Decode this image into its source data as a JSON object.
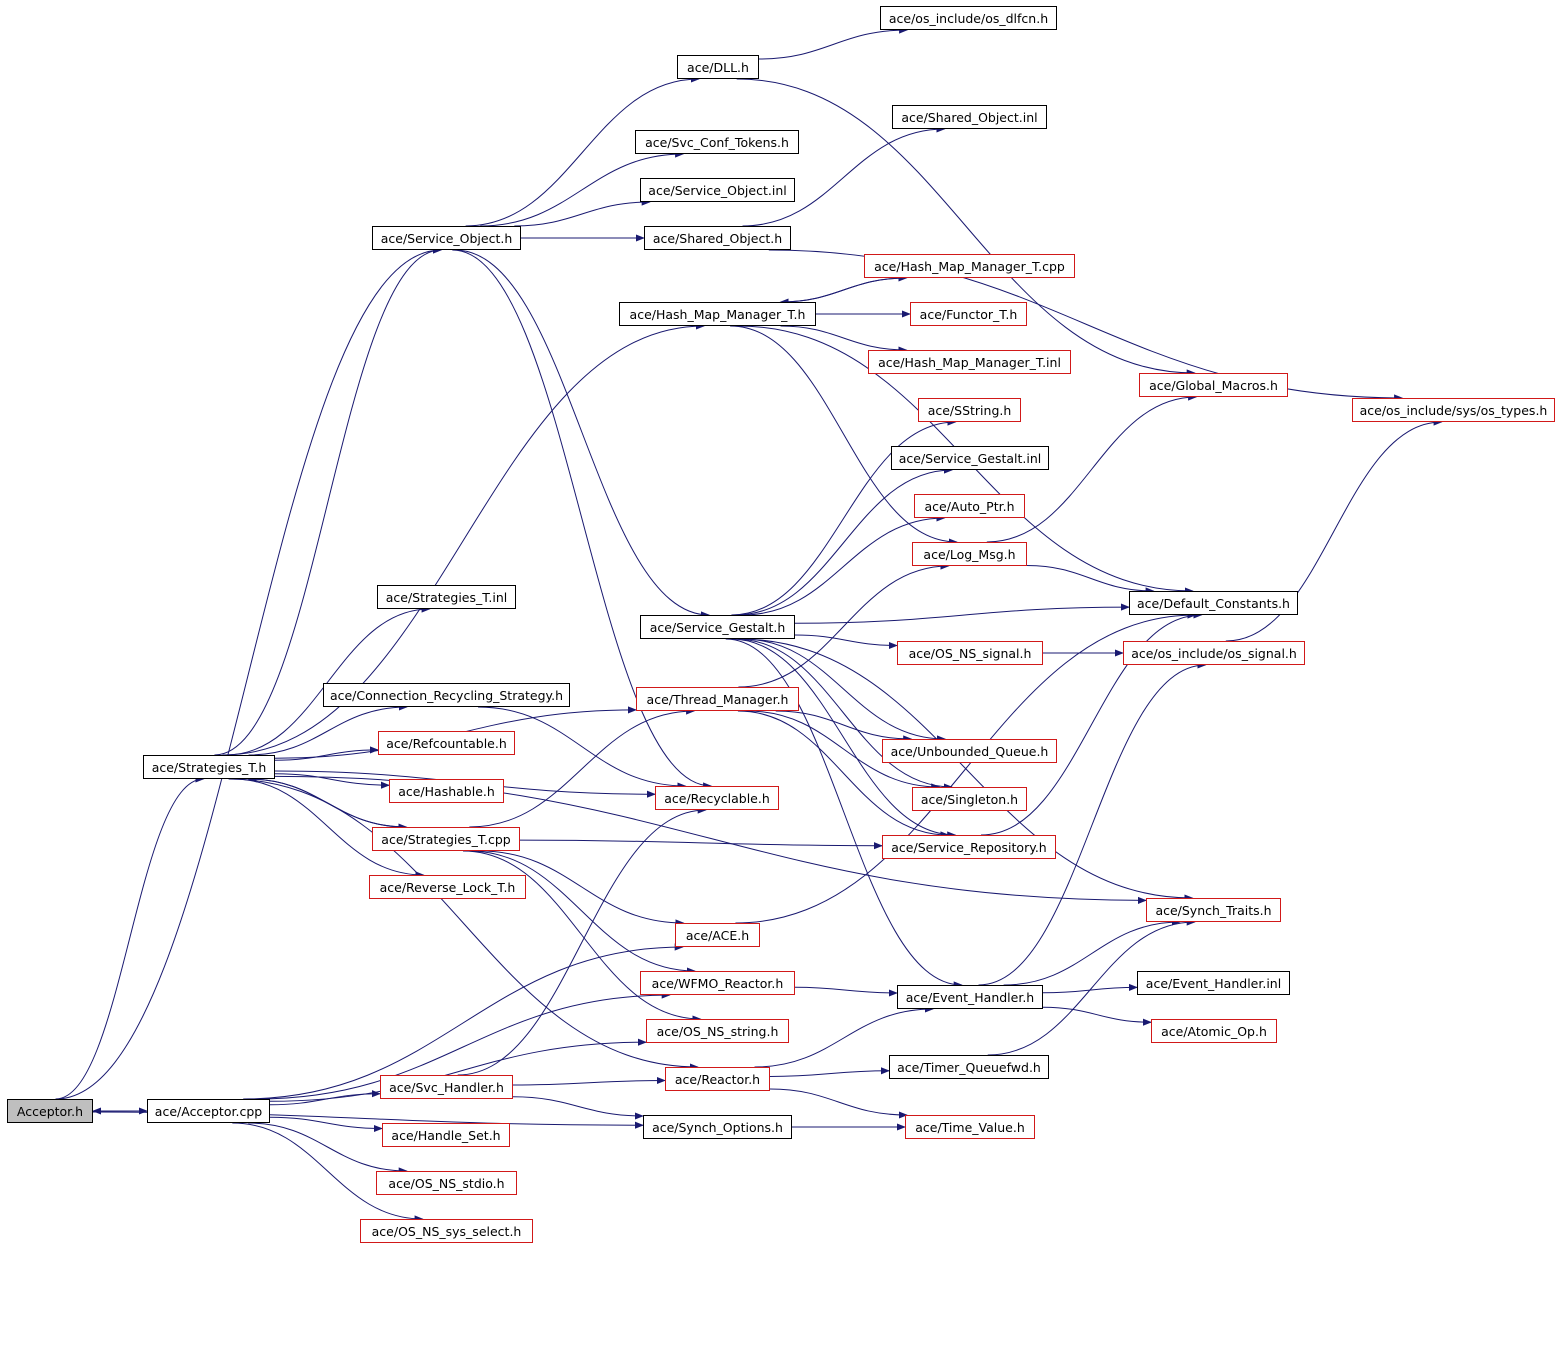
{
  "colors": {
    "edge": "#191970",
    "box_border": "#000000",
    "undocumented_border": "#d11919",
    "root_fill": "#bfbfbf"
  },
  "nodes": [
    {
      "id": "acceptor_h",
      "label": "Acceptor.h",
      "root": true
    },
    {
      "id": "acceptor_cpp",
      "label": "ace/Acceptor.cpp"
    },
    {
      "id": "strategies_t_h",
      "label": "ace/Strategies_T.h"
    },
    {
      "id": "service_object_h",
      "label": "ace/Service_Object.h"
    },
    {
      "id": "dll_h",
      "label": "ace/DLL.h"
    },
    {
      "id": "os_dlfcn_h",
      "label": "ace/os_include/os_dlfcn.h"
    },
    {
      "id": "svc_conf_tokens_h",
      "label": "ace/Svc_Conf_Tokens.h"
    },
    {
      "id": "service_object_inl",
      "label": "ace/Service_Object.inl"
    },
    {
      "id": "shared_object_h",
      "label": "ace/Shared_Object.h"
    },
    {
      "id": "shared_object_inl",
      "label": "ace/Shared_Object.inl"
    },
    {
      "id": "hash_map_manager_t_h",
      "label": "ace/Hash_Map_Manager_T.h"
    },
    {
      "id": "hash_map_manager_t_cpp",
      "label": "ace/Hash_Map_Manager_T.cpp",
      "red": true
    },
    {
      "id": "functor_t_h",
      "label": "ace/Functor_T.h",
      "red": true
    },
    {
      "id": "hash_map_manager_t_inl",
      "label": "ace/Hash_Map_Manager_T.inl",
      "red": true
    },
    {
      "id": "global_macros_h",
      "label": "ace/Global_Macros.h",
      "red": true
    },
    {
      "id": "os_types_h",
      "label": "ace/os_include/sys/os_types.h",
      "red": true
    },
    {
      "id": "sstring_h",
      "label": "ace/SString.h",
      "red": true
    },
    {
      "id": "service_gestalt_inl",
      "label": "ace/Service_Gestalt.inl"
    },
    {
      "id": "auto_ptr_h",
      "label": "ace/Auto_Ptr.h",
      "red": true
    },
    {
      "id": "log_msg_h",
      "label": "ace/Log_Msg.h",
      "red": true
    },
    {
      "id": "default_constants_h",
      "label": "ace/Default_Constants.h"
    },
    {
      "id": "strategies_t_inl",
      "label": "ace/Strategies_T.inl"
    },
    {
      "id": "service_gestalt_h",
      "label": "ace/Service_Gestalt.h"
    },
    {
      "id": "os_ns_signal_h",
      "label": "ace/OS_NS_signal.h",
      "red": true
    },
    {
      "id": "os_signal_h",
      "label": "ace/os_include/os_signal.h",
      "red": true
    },
    {
      "id": "connection_recycling_strategy_h",
      "label": "ace/Connection_Recycling_Strategy.h"
    },
    {
      "id": "thread_manager_h",
      "label": "ace/Thread_Manager.h",
      "red": true
    },
    {
      "id": "refcountable_h",
      "label": "ace/Refcountable.h",
      "red": true
    },
    {
      "id": "unbounded_queue_h",
      "label": "ace/Unbounded_Queue.h",
      "red": true
    },
    {
      "id": "hashable_h",
      "label": "ace/Hashable.h",
      "red": true
    },
    {
      "id": "recyclable_h",
      "label": "ace/Recyclable.h",
      "red": true
    },
    {
      "id": "singleton_h",
      "label": "ace/Singleton.h",
      "red": true
    },
    {
      "id": "strategies_t_cpp",
      "label": "ace/Strategies_T.cpp",
      "red": true
    },
    {
      "id": "service_repository_h",
      "label": "ace/Service_Repository.h",
      "red": true
    },
    {
      "id": "reverse_lock_t_h",
      "label": "ace/Reverse_Lock_T.h",
      "red": true
    },
    {
      "id": "synch_traits_h",
      "label": "ace/Synch_Traits.h",
      "red": true
    },
    {
      "id": "ace_h",
      "label": "ace/ACE.h",
      "red": true
    },
    {
      "id": "wfmo_reactor_h",
      "label": "ace/WFMO_Reactor.h",
      "red": true
    },
    {
      "id": "event_handler_h",
      "label": "ace/Event_Handler.h"
    },
    {
      "id": "event_handler_inl",
      "label": "ace/Event_Handler.inl"
    },
    {
      "id": "os_ns_string_h",
      "label": "ace/OS_NS_string.h",
      "red": true
    },
    {
      "id": "atomic_op_h",
      "label": "ace/Atomic_Op.h",
      "red": true
    },
    {
      "id": "svc_handler_h",
      "label": "ace/Svc_Handler.h",
      "red": true
    },
    {
      "id": "reactor_h",
      "label": "ace/Reactor.h",
      "red": true
    },
    {
      "id": "timer_queuefwd_h",
      "label": "ace/Timer_Queuefwd.h"
    },
    {
      "id": "handle_set_h",
      "label": "ace/Handle_Set.h",
      "red": true
    },
    {
      "id": "synch_options_h",
      "label": "ace/Synch_Options.h"
    },
    {
      "id": "time_value_h",
      "label": "ace/Time_Value.h",
      "red": true
    },
    {
      "id": "os_ns_stdio_h",
      "label": "ace/OS_NS_stdio.h",
      "red": true
    },
    {
      "id": "os_ns_sys_select_h",
      "label": "ace/OS_NS_sys_select.h",
      "red": true
    }
  ],
  "edges": [
    [
      "acceptor_h",
      "service_object_h"
    ],
    [
      "acceptor_h",
      "strategies_t_h"
    ],
    [
      "acceptor_h",
      "acceptor_cpp"
    ],
    [
      "acceptor_h",
      "synch_options_h"
    ],
    [
      "acceptor_cpp",
      "acceptor_h"
    ],
    [
      "acceptor_cpp",
      "ace_h"
    ],
    [
      "acceptor_cpp",
      "wfmo_reactor_h"
    ],
    [
      "acceptor_cpp",
      "svc_handler_h"
    ],
    [
      "acceptor_cpp",
      "handle_set_h"
    ],
    [
      "acceptor_cpp",
      "os_ns_stdio_h"
    ],
    [
      "acceptor_cpp",
      "os_ns_sys_select_h"
    ],
    [
      "acceptor_cpp",
      "os_ns_string_h"
    ],
    [
      "strategies_t_h",
      "service_object_h"
    ],
    [
      "strategies_t_h",
      "hash_map_manager_t_h"
    ],
    [
      "strategies_t_h",
      "strategies_t_inl"
    ],
    [
      "strategies_t_h",
      "connection_recycling_strategy_h"
    ],
    [
      "strategies_t_h",
      "refcountable_h"
    ],
    [
      "strategies_t_h",
      "hashable_h"
    ],
    [
      "strategies_t_h",
      "strategies_t_cpp"
    ],
    [
      "strategies_t_h",
      "reverse_lock_t_h"
    ],
    [
      "strategies_t_h",
      "thread_manager_h"
    ],
    [
      "strategies_t_h",
      "recyclable_h"
    ],
    [
      "strategies_t_h",
      "synch_traits_h"
    ],
    [
      "strategies_t_h",
      "reactor_h"
    ],
    [
      "strategies_t_cpp",
      "strategies_t_h"
    ],
    [
      "strategies_t_cpp",
      "ace_h"
    ],
    [
      "strategies_t_cpp",
      "wfmo_reactor_h"
    ],
    [
      "strategies_t_cpp",
      "os_ns_string_h"
    ],
    [
      "strategies_t_cpp",
      "thread_manager_h"
    ],
    [
      "strategies_t_cpp",
      "service_repository_h"
    ],
    [
      "service_object_h",
      "dll_h"
    ],
    [
      "service_object_h",
      "svc_conf_tokens_h"
    ],
    [
      "service_object_h",
      "service_object_inl"
    ],
    [
      "service_object_h",
      "shared_object_h"
    ],
    [
      "service_object_h",
      "service_gestalt_h"
    ],
    [
      "service_object_h",
      "recyclable_h"
    ],
    [
      "dll_h",
      "os_dlfcn_h"
    ],
    [
      "dll_h",
      "global_macros_h"
    ],
    [
      "shared_object_h",
      "shared_object_inl"
    ],
    [
      "shared_object_h",
      "os_types_h"
    ],
    [
      "hash_map_manager_t_h",
      "hash_map_manager_t_cpp"
    ],
    [
      "hash_map_manager_t_h",
      "functor_t_h"
    ],
    [
      "hash_map_manager_t_h",
      "hash_map_manager_t_inl"
    ],
    [
      "hash_map_manager_t_h",
      "default_constants_h"
    ],
    [
      "hash_map_manager_t_h",
      "log_msg_h"
    ],
    [
      "hash_map_manager_t_cpp",
      "hash_map_manager_t_h"
    ],
    [
      "service_gestalt_h",
      "sstring_h"
    ],
    [
      "service_gestalt_h",
      "service_gestalt_inl"
    ],
    [
      "service_gestalt_h",
      "auto_ptr_h"
    ],
    [
      "service_gestalt_h",
      "default_constants_h"
    ],
    [
      "service_gestalt_h",
      "os_ns_signal_h"
    ],
    [
      "service_gestalt_h",
      "unbounded_queue_h"
    ],
    [
      "service_gestalt_h",
      "singleton_h"
    ],
    [
      "service_gestalt_h",
      "service_repository_h"
    ],
    [
      "service_gestalt_h",
      "synch_traits_h"
    ],
    [
      "service_gestalt_h",
      "event_handler_h"
    ],
    [
      "log_msg_h",
      "global_macros_h"
    ],
    [
      "log_msg_h",
      "default_constants_h"
    ],
    [
      "os_ns_signal_h",
      "os_signal_h"
    ],
    [
      "os_signal_h",
      "os_types_h"
    ],
    [
      "connection_recycling_strategy_h",
      "recyclable_h"
    ],
    [
      "thread_manager_h",
      "log_msg_h"
    ],
    [
      "thread_manager_h",
      "unbounded_queue_h"
    ],
    [
      "thread_manager_h",
      "singleton_h"
    ],
    [
      "thread_manager_h",
      "service_repository_h"
    ],
    [
      "service_repository_h",
      "default_constants_h"
    ],
    [
      "ace_h",
      "default_constants_h"
    ],
    [
      "wfmo_reactor_h",
      "event_handler_h"
    ],
    [
      "event_handler_h",
      "synch_traits_h"
    ],
    [
      "event_handler_h",
      "event_handler_inl"
    ],
    [
      "event_handler_h",
      "atomic_op_h"
    ],
    [
      "event_handler_h",
      "os_signal_h"
    ],
    [
      "svc_handler_h",
      "recyclable_h"
    ],
    [
      "svc_handler_h",
      "reactor_h"
    ],
    [
      "svc_handler_h",
      "synch_options_h"
    ],
    [
      "reactor_h",
      "event_handler_h"
    ],
    [
      "reactor_h",
      "timer_queuefwd_h"
    ],
    [
      "reactor_h",
      "time_value_h"
    ],
    [
      "timer_queuefwd_h",
      "synch_traits_h"
    ],
    [
      "synch_options_h",
      "time_value_h"
    ]
  ]
}
